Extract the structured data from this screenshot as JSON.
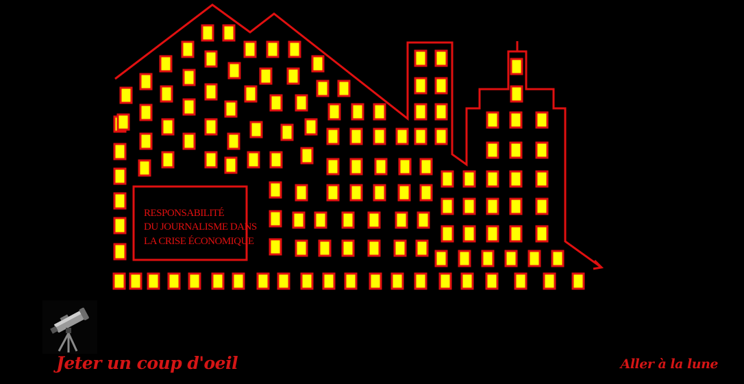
{
  "sign": {
    "line1": "RESPONSABILITÉ",
    "line2": "DU JOURNALISME DANS",
    "line3": "LA CRISE ÉCONOMIQUE"
  },
  "icons": {
    "telescope": "telescope-icon"
  },
  "nav": {
    "left_label": "Jeter un coup d'oeil",
    "right_label": "Aller à la lune"
  },
  "colors": {
    "background": "#000000",
    "outline": "#e01010",
    "window": "#ffff00",
    "text": "#d41515"
  }
}
